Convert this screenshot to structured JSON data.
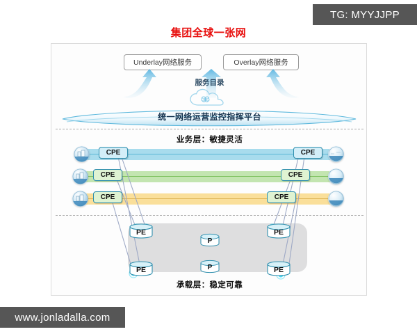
{
  "watermarks": {
    "top_right": "TG: MYYJJPP",
    "bottom_left": "www.jonladalla.com"
  },
  "title": "集团全球一张网",
  "colors": {
    "title_red": "#e8100f",
    "band_blue": "#a8dced",
    "band_green": "#c3e5b0",
    "band_yellow": "#fadf9a",
    "cpe_border": "#2f8fae",
    "node_cyan": "#3fd8f4",
    "backbone_gray": "#dededf",
    "watermark_bg": "#565656"
  },
  "header": {
    "service_boxes": [
      {
        "label": "Underlay网络服务",
        "name": "underlay-service-box"
      },
      {
        "label": "Overlay网络服务",
        "name": "overlay-service-box"
      }
    ],
    "service_catalog_label": "服务目录",
    "cloud_icon": "cloud-brain-icon",
    "platform_label": "统一网络运营监控指挥平台"
  },
  "layers": [
    {
      "caption": "业务层：敏捷灵活",
      "name": "service-layer",
      "bands": [
        {
          "color": "#a8dced",
          "line": "#5bb8d6",
          "cpe_left": "CPE",
          "cpe_right": "CPE",
          "endpoint_left": "globe-building-icon",
          "endpoint_right": "globe-icon"
        },
        {
          "color": "#c3e5b0",
          "line": "#7cc05c",
          "cpe_left": "CPE",
          "cpe_right": "CPE",
          "endpoint_left": "globe-building-icon",
          "endpoint_right": "globe-icon"
        },
        {
          "color": "#fadf9a",
          "line": "#e0b85a",
          "cpe_left": "CPE",
          "cpe_right": "CPE",
          "endpoint_left": "globe-building-icon",
          "endpoint_right": "globe-icon"
        }
      ]
    },
    {
      "caption": "承载层：稳定可靠",
      "name": "carrier-layer",
      "pe_nodes": [
        {
          "label": "PE",
          "position": "top-left"
        },
        {
          "label": "PE",
          "position": "top-right"
        },
        {
          "label": "PE",
          "position": "bottom-left"
        },
        {
          "label": "PE",
          "position": "bottom-right"
        }
      ],
      "p_nodes": [
        {
          "label": "P",
          "position": "center-top"
        },
        {
          "label": "P",
          "position": "center-bottom"
        }
      ]
    }
  ]
}
